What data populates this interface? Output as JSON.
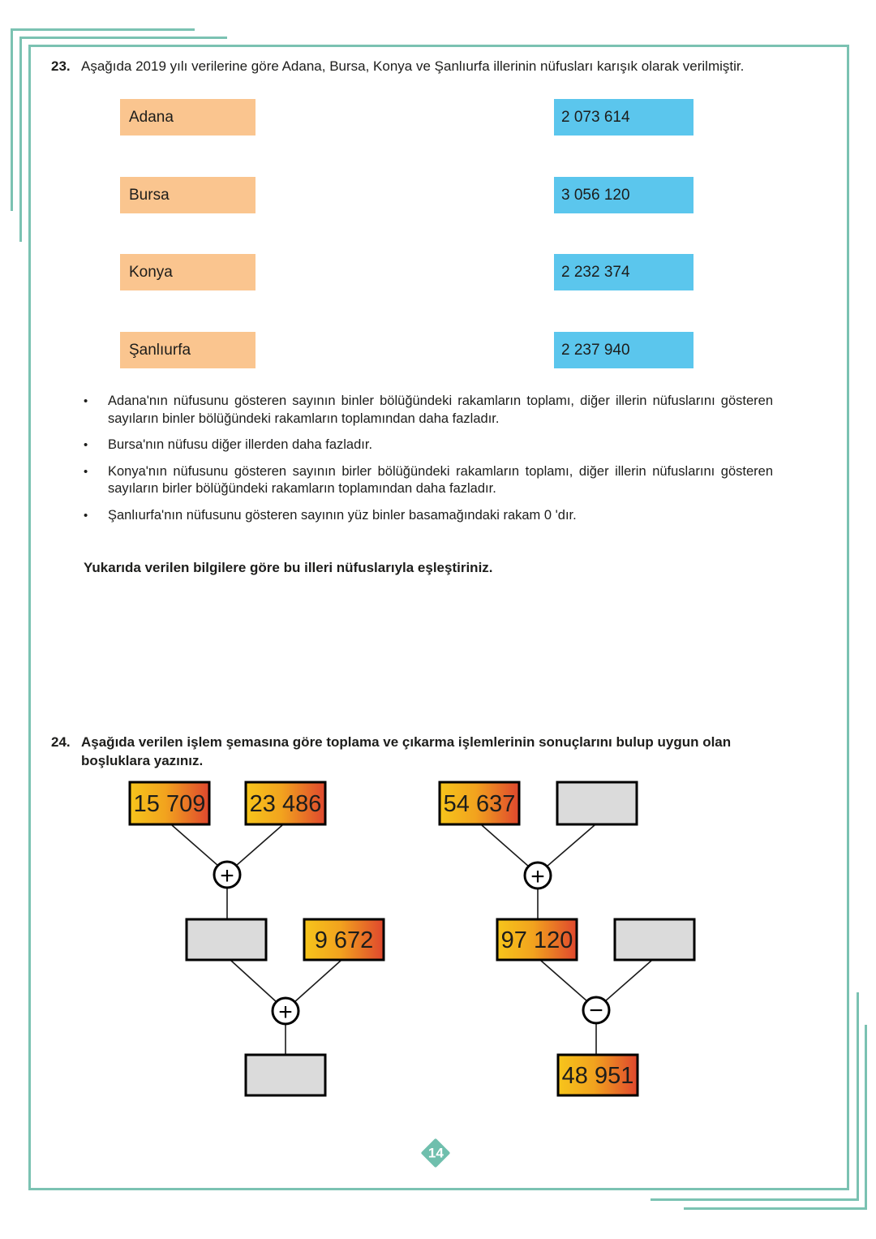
{
  "page": {
    "number": "14"
  },
  "colors": {
    "frame_teal": "#7BC2B2",
    "badge_teal": "#6FBFAD",
    "city_orange": "#FAC58F",
    "population_blue": "#5BC6ED",
    "gradient_yellow": "#F6C51B",
    "gradient_mid": "#F2A31E",
    "gradient_red": "#DF472E",
    "slot_gray": "#DBDBDB"
  },
  "q23": {
    "number": "23.",
    "intro": "Aşağıda 2019 yılı verilerine göre Adana, Bursa, Konya ve Şanlıurfa illerinin nüfusları karışık olarak verilmiştir.",
    "cities": [
      "Adana",
      "Bursa",
      "Konya",
      "Şanlıurfa"
    ],
    "populations": [
      "2 073 614",
      "3 056 120",
      "2 232 374",
      "2 237 940"
    ],
    "clues": [
      "Adana'nın nüfusunu gösteren sayının binler bölüğündeki rakamların toplamı, diğer illerin nüfuslarını gösteren sayıların binler bölüğündeki rakamların toplamından daha fazladır.",
      "Bursa'nın nüfusu diğer illerden daha fazladır.",
      "Konya'nın nüfusunu gösteren sayının birler bölüğündeki rakamların toplamı, diğer illerin nüfuslarını gösteren sayıların birler bölüğündeki rakamların toplamından daha fazladır.",
      "Şanlıurfa'nın nüfusunu gösteren sayının yüz binler basamağındaki rakam 0 'dır."
    ],
    "bullet": "•",
    "instruction": "Yukarıda verilen bilgilere göre bu illeri nüfuslarıyla eşleştiriniz."
  },
  "q24": {
    "number": "24.",
    "instruction": "Aşağıda verilen işlem şemasına göre toplama ve çıkarma işlemlerinin sonuçlarını bulup uygun olan boşluklara yazınız.",
    "left": {
      "addend1": "15 709",
      "addend2": "23 486",
      "operator1": "+",
      "addend3": "9 672",
      "operator2": "+"
    },
    "right": {
      "addend1": "54 637",
      "operator1": "+",
      "minuend": "97 120",
      "operator2": "−",
      "result": "48 951"
    }
  }
}
